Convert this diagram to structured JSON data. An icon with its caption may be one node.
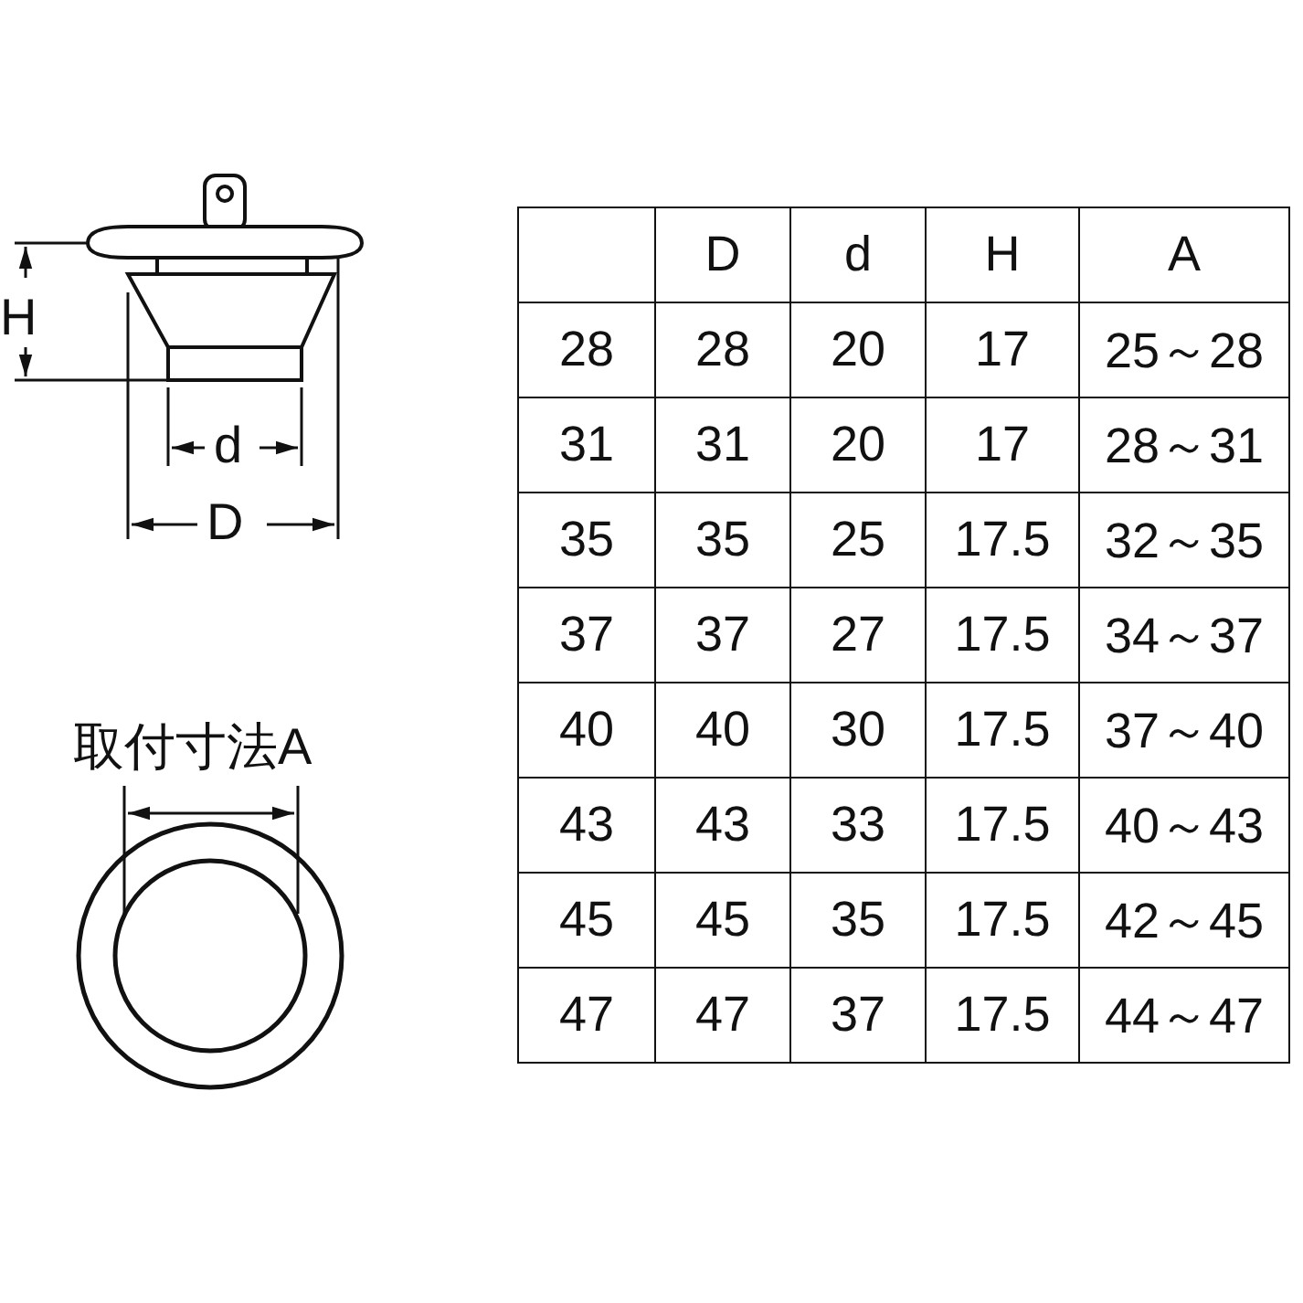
{
  "diagram": {
    "labels": [
      "H",
      "d",
      "D",
      "取付寸法A",
      "D",
      "d",
      "H",
      "A",
      "28",
      "28",
      "20",
      "17",
      "25～28",
      "31",
      "31",
      "20",
      "17",
      "28～31",
      "35",
      "35",
      "25",
      "17.5",
      "32～35",
      "37",
      "37",
      "27",
      "17.5",
      "34～37",
      "40",
      "40",
      "30",
      "17.5",
      "37～40",
      "43",
      "43",
      "33",
      "17.5",
      "40～43",
      "45",
      "45",
      "35",
      "17.5",
      "42～45",
      "47",
      "47",
      "37",
      "17.5",
      "44～47"
    ]
  }
}
